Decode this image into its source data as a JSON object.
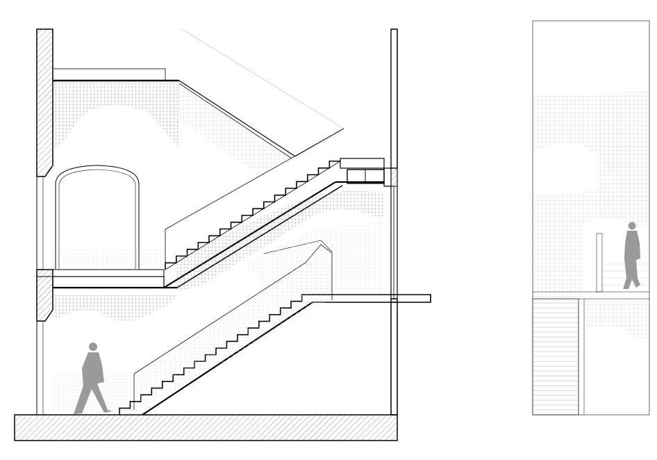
{
  "drawings": [
    {
      "name": "section-drawing",
      "description_visible": ""
    },
    {
      "name": "elevation-drawing",
      "description_visible": ""
    }
  ],
  "colors": {
    "line": "#000000",
    "hatch": "#777777",
    "mesh": "#8a8a8a",
    "mesh_light": "#c8c8c8",
    "figure": "#9a9a9a",
    "background": "#ffffff"
  },
  "figures": [
    {
      "name": "walking-person-figure-section"
    },
    {
      "name": "walking-person-figure-elevation"
    }
  ]
}
